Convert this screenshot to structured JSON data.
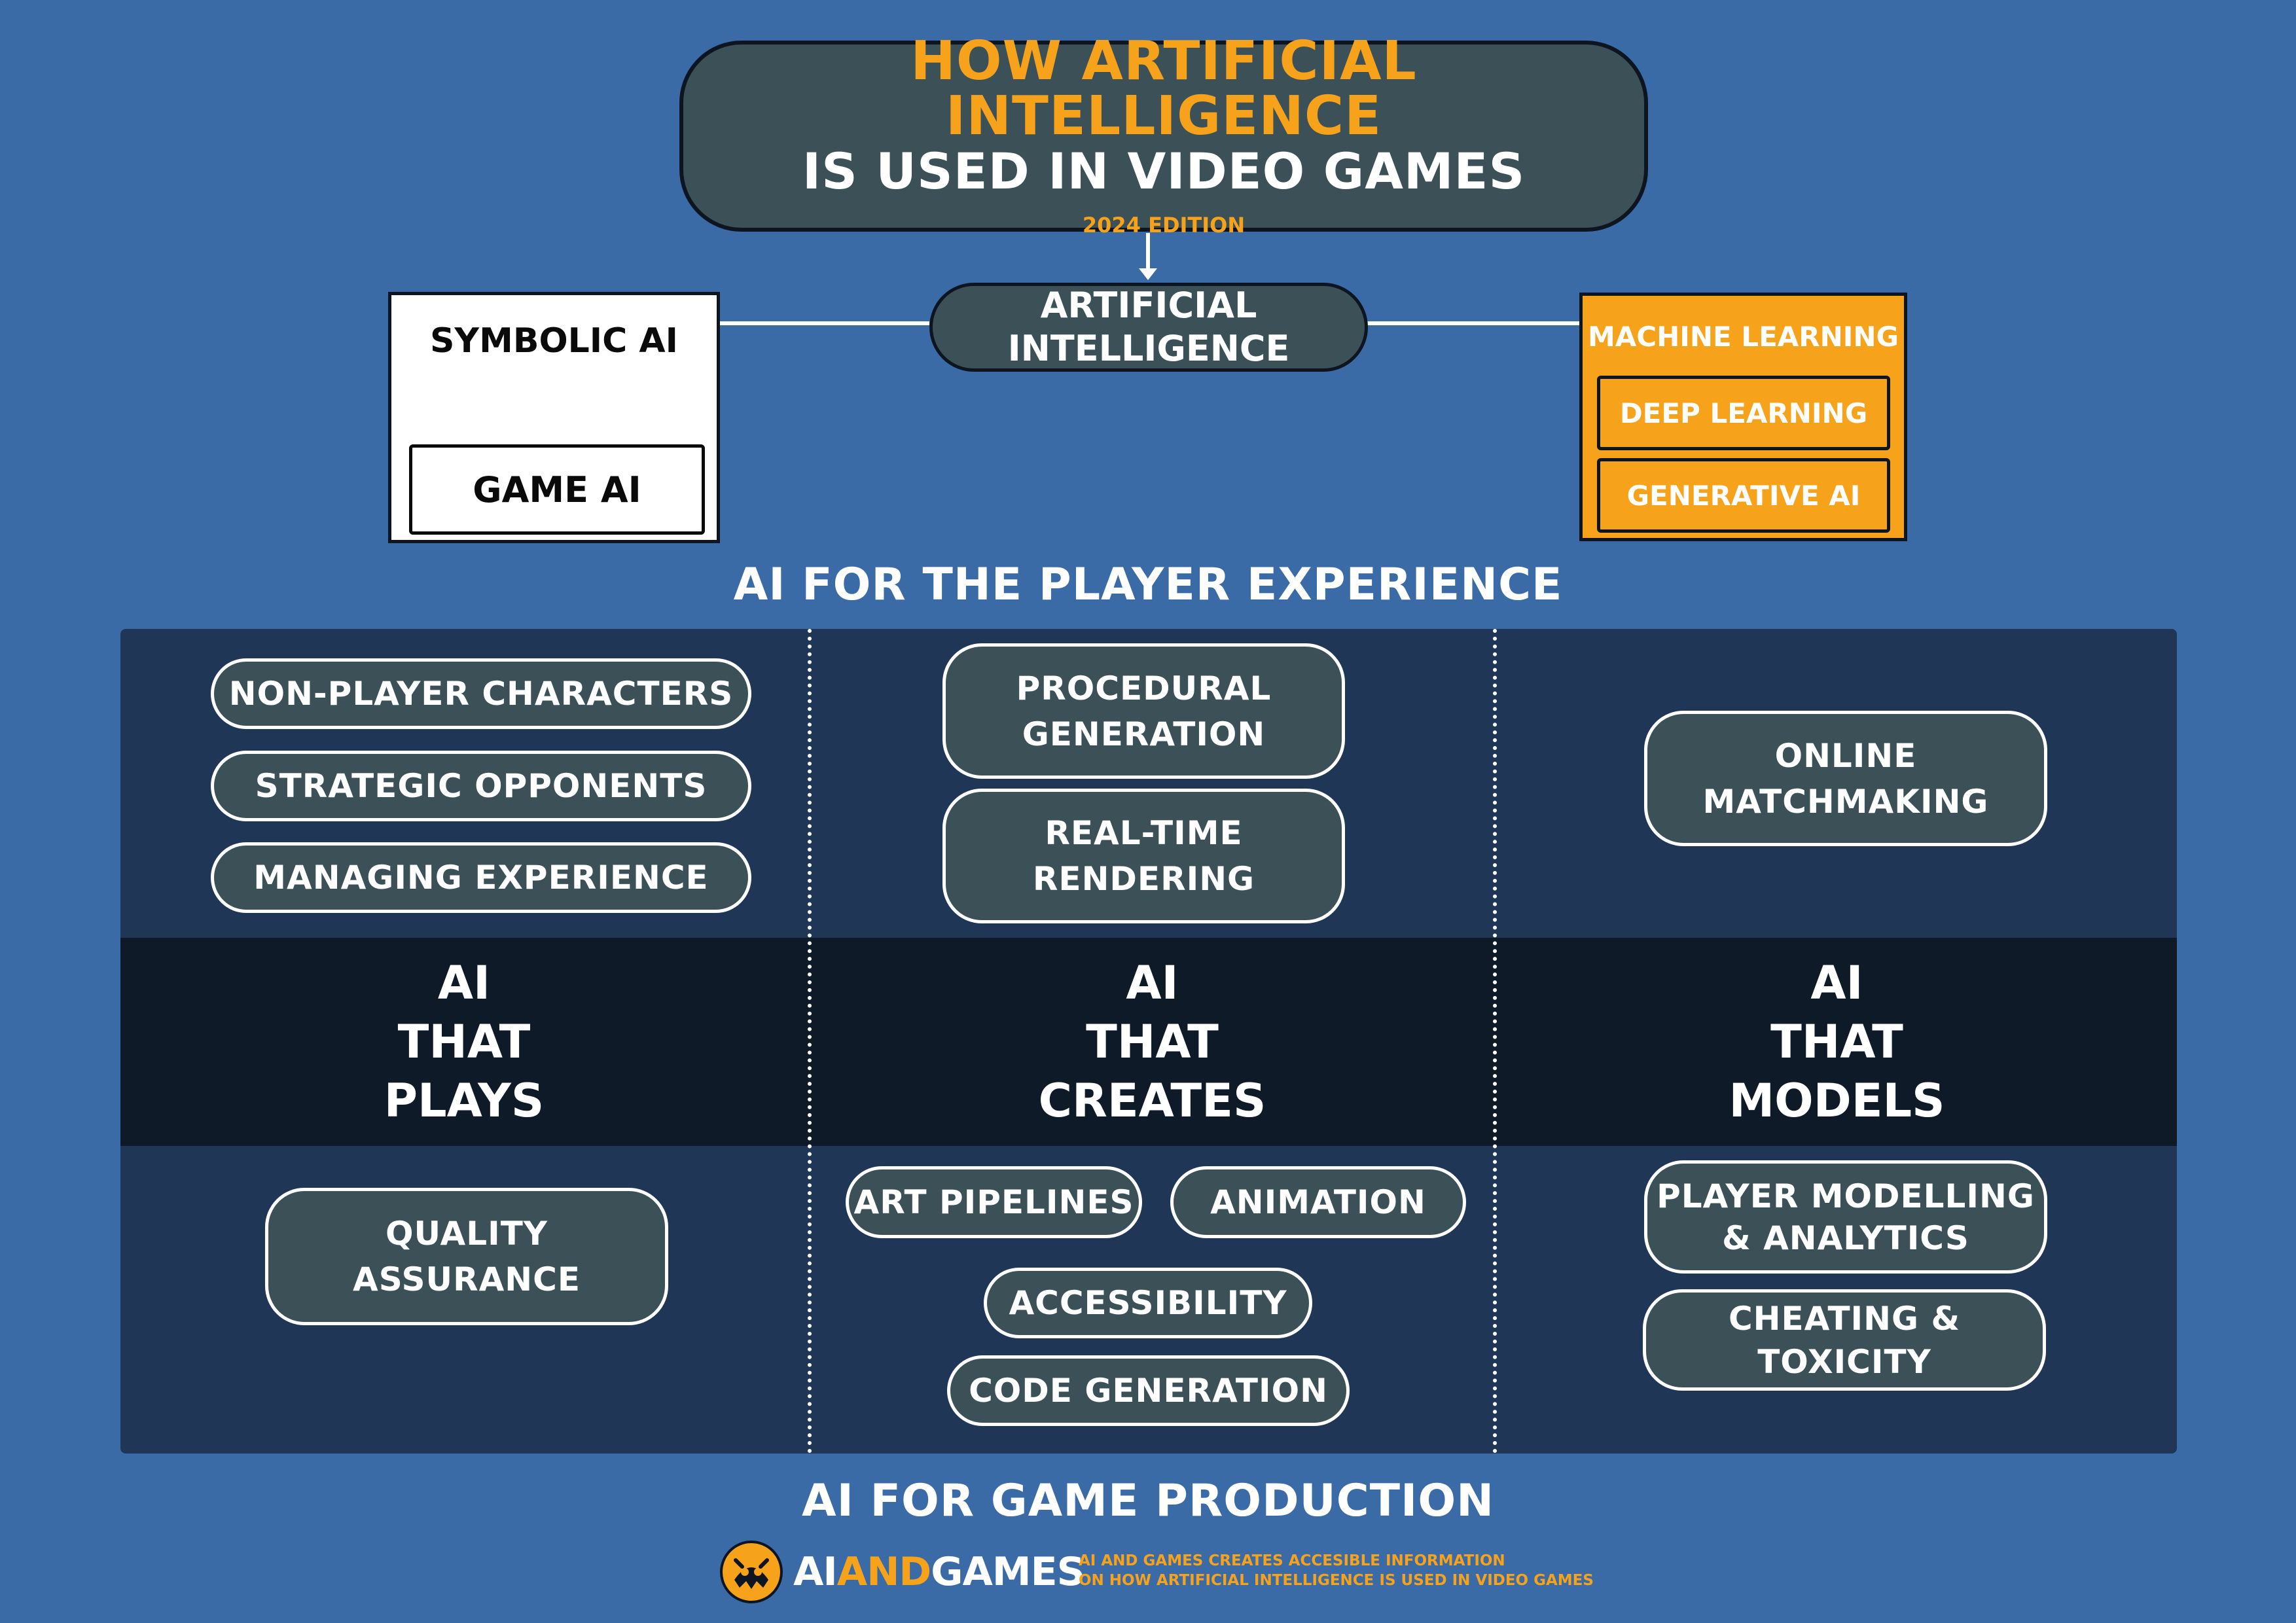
{
  "title": {
    "line1": "HOW ARTIFICIAL INTELLIGENCE",
    "line2": "IS USED IN VIDEO GAMES",
    "edition": "2024 EDITION"
  },
  "taxonomy": {
    "center": [
      "ARTIFICIAL",
      "INTELLIGENCE"
    ],
    "symbolic": {
      "label": "SYMBOLIC AI",
      "child": "GAME AI"
    },
    "ml": {
      "label": "MACHINE LEARNING",
      "children": [
        "DEEP LEARNING",
        "GENERATIVE AI"
      ]
    }
  },
  "headings": {
    "top": "AI FOR THE PLAYER EXPERIENCE",
    "bottom": "AI FOR GAME PRODUCTION"
  },
  "pillars": {
    "plays": [
      "AI",
      "THAT",
      "PLAYS"
    ],
    "creates": [
      "AI",
      "THAT",
      "CREATES"
    ],
    "models": [
      "AI",
      "THAT",
      "MODELS"
    ]
  },
  "player_experience": {
    "plays": [
      "NON-PLAYER CHARACTERS",
      "STRATEGIC OPPONENTS",
      "MANAGING EXPERIENCE"
    ],
    "creates": [
      [
        "PROCEDURAL",
        "GENERATION"
      ],
      [
        "REAL-TIME",
        "RENDERING"
      ]
    ],
    "models": [
      [
        "ONLINE",
        "MATCHMAKING"
      ]
    ]
  },
  "game_production": {
    "plays": [
      [
        "QUALITY",
        "ASSURANCE"
      ]
    ],
    "creates": [
      "ART PIPELINES",
      "ANIMATION",
      "ACCESSIBILITY",
      "CODE GENERATION"
    ],
    "models": [
      [
        "PLAYER MODELLING",
        "& ANALYTICS"
      ],
      [
        "CHEATING &",
        "TOXICITY"
      ]
    ]
  },
  "footer": {
    "logo_ai": "AI",
    "logo_and": "AND",
    "logo_games": "GAMES",
    "tagline_line1": "AI AND GAMES CREATES ACCESIBLE INFORMATION",
    "tagline_line2": "ON HOW ARTIFICIAL INTELLIGENCE IS USED IN VIDEO GAMES"
  },
  "colors": {
    "background": "#3a6ba7",
    "panel": "#1f3656",
    "band": "#0f1a28",
    "pill": "#3c5057",
    "accent": "#f7a21b"
  }
}
